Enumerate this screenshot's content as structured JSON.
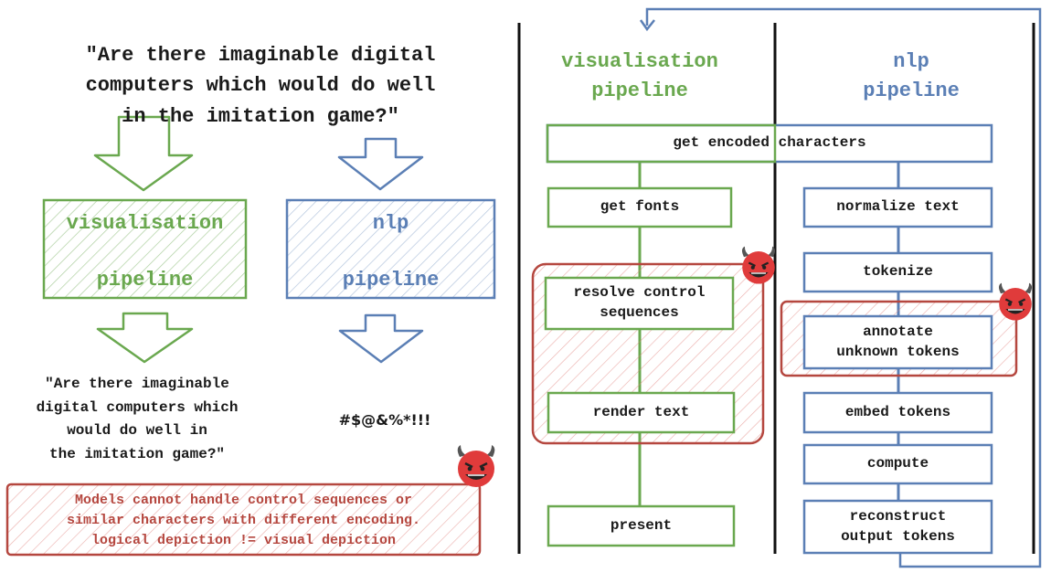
{
  "left": {
    "question": "\"Are there imaginable digital\ncomputers which would do well\nin the imitation game?\"",
    "vis_box": {
      "line1": "visualisation",
      "line2": "pipeline"
    },
    "nlp_box": {
      "line1": "nlp",
      "line2": "pipeline"
    },
    "vis_output": "\"Are there imaginable\ndigital computers which\nwould do well in\nthe imitation game?\"",
    "nlp_output": "#$@&%*!!!",
    "warning": "Models cannot handle control sequences or\nsimilar characters with different encoding.\nlogical depiction != visual depiction"
  },
  "right": {
    "vis_header": "visualisation\npipeline",
    "nlp_header": "nlp\npipeline",
    "shared_step": "get encoded characters",
    "vis_steps": [
      "get fonts",
      "resolve control\nsequences",
      "render text",
      "present"
    ],
    "nlp_steps": [
      "normalize text",
      "tokenize",
      "annotate\nunknown tokens",
      "embed tokens",
      "compute",
      "reconstruct\noutput tokens"
    ]
  },
  "colors": {
    "green": "#6aa84f",
    "blue": "#5b7fb5",
    "red": "#b5473f",
    "black": "#1a1a1a"
  },
  "icons": [
    "devil-icon",
    "devil-icon",
    "devil-icon"
  ]
}
